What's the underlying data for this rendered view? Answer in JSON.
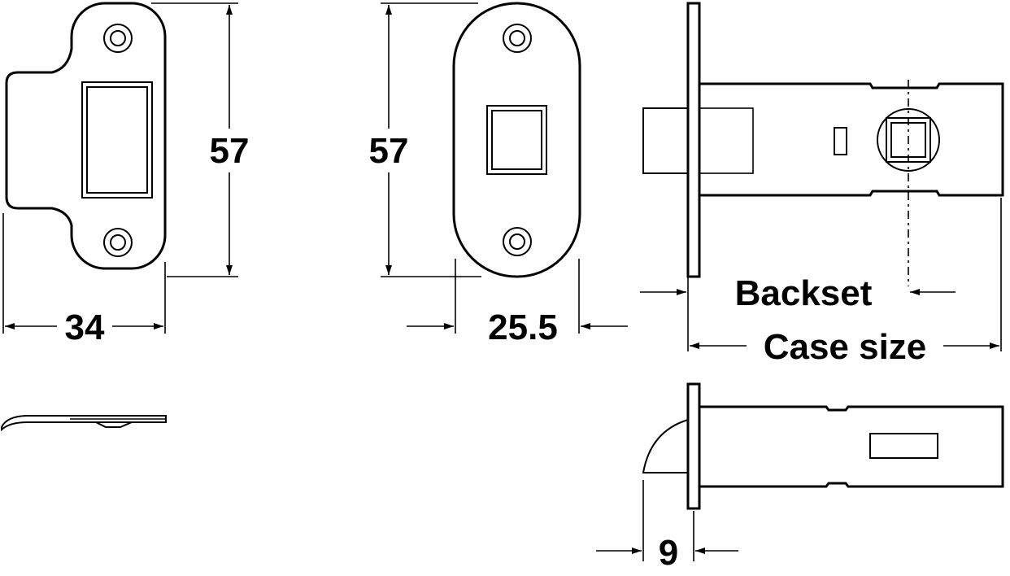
{
  "dimensions": {
    "strike_a_height": "57",
    "strike_a_width": "34",
    "strike_b_height": "57",
    "strike_b_width": "25.5",
    "backset": "Backset",
    "case_size": "Case size",
    "bolt_projection": "9"
  },
  "colors": {
    "line": "#000000",
    "background": "#ffffff"
  }
}
